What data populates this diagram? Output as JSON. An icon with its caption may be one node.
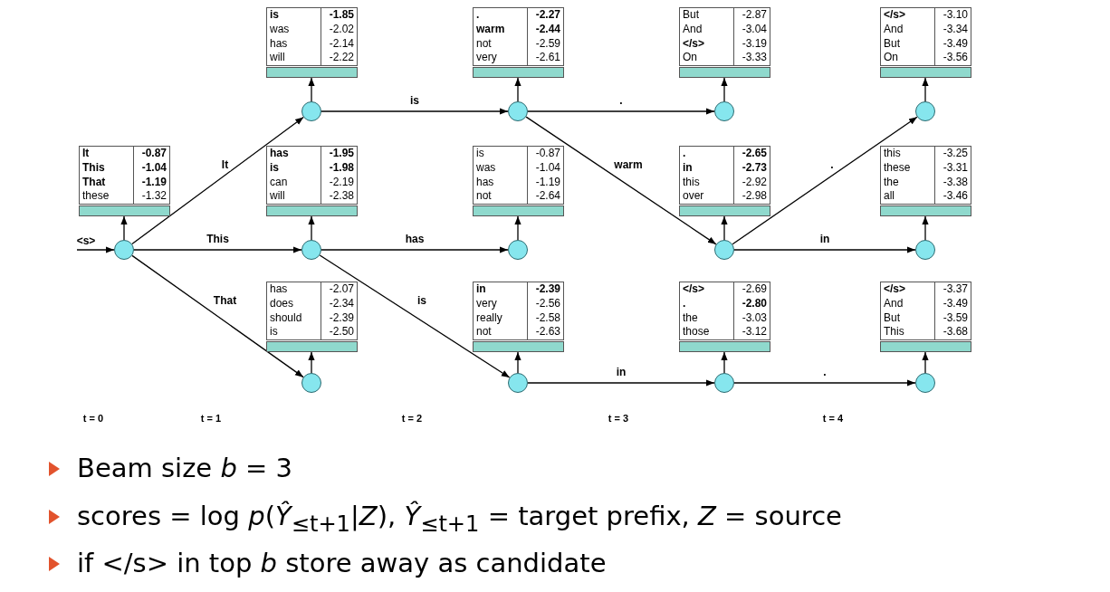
{
  "diagram": {
    "nodes": [
      {
        "text": [
          "**It**",
          "**-0.87**",
          "**This**",
          "**-1.04**",
          "**That**",
          "**-1.19**",
          "these",
          "-1.32"
        ]
      },
      {
        "text": [],
        "shape": "circle"
      },
      {
        "text": [
          "**is**",
          "**-1.85**",
          "was",
          "-2.02",
          "has",
          "-2.14",
          "will",
          "-2.22"
        ]
      },
      {
        "text": [],
        "shape": "circle"
      },
      {
        "text": [
          "**has**",
          "**-1.95**",
          "**is**",
          "**-1.98**",
          "can",
          "-2.19",
          "will",
          "-2.38"
        ]
      },
      {
        "text": [],
        "shape": "circle"
      },
      {
        "text": [
          "has",
          "-2.07",
          "does",
          "-2.34",
          "should",
          "-2.39",
          "is",
          "-2.50"
        ]
      },
      {
        "text": [],
        "shape": "circle"
      },
      {
        "text": [
          "**.**",
          "**-2.27**",
          "**warm**",
          "**-2.44**",
          "not",
          "-2.59",
          "very",
          "-2.61"
        ]
      },
      {
        "text": [],
        "shape": "circle"
      },
      {
        "text": [
          "is",
          "-0.87",
          "was",
          "-1.04",
          "has",
          "-1.19",
          "not",
          "-2.64"
        ]
      },
      {
        "text": [],
        "shape": "circle"
      },
      {
        "text": [
          "**in**",
          "**-2.39**",
          "very",
          "-2.56",
          "really",
          "-2.58",
          "not",
          "-2.63"
        ]
      },
      {
        "text": [],
        "shape": "circle"
      },
      {
        "text": [
          "But",
          "-2.87",
          "And",
          "-3.04",
          "**</s>**",
          "-3.19",
          "On",
          "-3.33"
        ]
      },
      {
        "text": [],
        "shape": "circle"
      },
      {
        "text": [
          "**.**",
          "**-2.65**",
          "**in**",
          "**-2.73**",
          "this",
          "-2.92",
          "over",
          "-2.98"
        ]
      },
      {
        "text": [],
        "shape": "circle"
      },
      {
        "text": [
          "**</s>**",
          "-2.69",
          "**.**",
          "**-2.80**",
          "the",
          "-3.03",
          "those",
          "-3.12"
        ]
      },
      {
        "text": [],
        "shape": "circle"
      },
      {
        "text": [
          "**</s>**",
          "-3.10",
          "And",
          "-3.34",
          "But",
          "-3.49",
          "On",
          "-3.56"
        ]
      },
      {
        "text": [],
        "shape": "circle"
      },
      {
        "text": [
          "this",
          "-3.25",
          "these",
          "-3.31",
          "the",
          "-3.38",
          "all",
          "-3.46"
        ]
      },
      {
        "text": [],
        "shape": "circle"
      },
      {
        "text": [
          "**</s>**",
          "-3.37",
          "And",
          "-3.49",
          "But",
          "-3.59",
          "This",
          "-3.68"
        ]
      },
      {
        "text": [],
        "shape": "circle"
      }
    ],
    "edges": [
      {
        "from": null,
        "to": 1,
        "arrow": "to",
        "label": "<s>"
      },
      {
        "from": 1,
        "to": 0,
        "arrow": "to"
      },
      {
        "from": 1,
        "to": 3,
        "arrow": "to",
        "label": "It"
      },
      {
        "from": 1,
        "to": 5,
        "arrow": "to",
        "label": "This"
      },
      {
        "from": 1,
        "to": 7,
        "arrow": "to",
        "label": "That"
      },
      {
        "from": 3,
        "to": 2,
        "arrow": "to"
      },
      {
        "from": 5,
        "to": 4,
        "arrow": "to"
      },
      {
        "from": 7,
        "to": 6,
        "arrow": "to"
      },
      {
        "from": 3,
        "to": 9,
        "arrow": "to",
        "label": "is"
      },
      {
        "from": 5,
        "to": 11,
        "arrow": "to",
        "label": "has"
      },
      {
        "from": 5,
        "to": 13,
        "arrow": "to",
        "label": "is"
      },
      {
        "from": 9,
        "to": 8,
        "arrow": "to"
      },
      {
        "from": 11,
        "to": 10,
        "arrow": "to"
      },
      {
        "from": 13,
        "to": 12,
        "arrow": "to"
      },
      {
        "from": 9,
        "to": 15,
        "arrow": "to",
        "label": "."
      },
      {
        "from": 9,
        "to": 17,
        "arrow": "to",
        "label": "warm"
      },
      {
        "from": 13,
        "to": 19,
        "arrow": "to",
        "label": "in"
      },
      {
        "from": 15,
        "to": 14,
        "arrow": "to"
      },
      {
        "from": 17,
        "to": 16,
        "arrow": "to"
      },
      {
        "from": 19,
        "to": 18,
        "arrow": "to"
      },
      {
        "from": 17,
        "to": 21,
        "arrow": "to",
        "label": "."
      },
      {
        "from": 17,
        "to": 23,
        "arrow": "to",
        "label": "in"
      },
      {
        "from": 19,
        "to": 25,
        "arrow": "to",
        "label": "."
      },
      {
        "from": 21,
        "to": 20,
        "arrow": "to"
      },
      {
        "from": 23,
        "to": 22,
        "arrow": "to"
      },
      {
        "from": 25,
        "to": 24,
        "arrow": "to"
      }
    ],
    "labels": [
      "t = 0",
      "t = 1",
      "t = 2",
      "t = 3",
      "t = 4",
      "Beam size *b* = 3",
      "scores = log *p*(*Ŷ*$_{≤t+1}$|*Z*), *Ŷ*$_{≤t+1}$ = target prefix, *Z* = source",
      "if </s> in top *b* store away as candidate"
    ]
  }
}
